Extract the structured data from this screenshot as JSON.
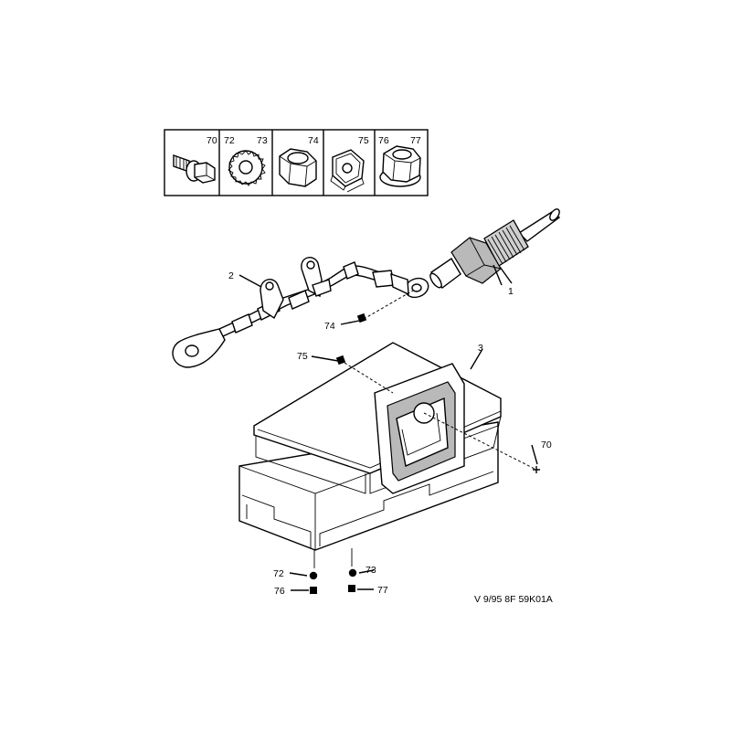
{
  "legend_box": {
    "cells": [
      {
        "labels": [
          "70"
        ],
        "icon": "bolt-with-washer-icon"
      },
      {
        "labels": [
          "72",
          "73"
        ],
        "icon": "serrated-washer-icon"
      },
      {
        "labels": [
          "74"
        ],
        "icon": "hex-nut-icon"
      },
      {
        "labels": [
          "75"
        ],
        "icon": "clip-nut-icon"
      },
      {
        "labels": [
          "76",
          "77"
        ],
        "icon": "flanged-nut-icon"
      }
    ]
  },
  "callouts": {
    "c1": "1",
    "c2": "2",
    "c3": "3",
    "c70": "70",
    "c72": "72",
    "c73": "73",
    "c74": "74",
    "c75": "75",
    "c76": "76",
    "c77": "77"
  },
  "reference_code": "V 9/95 8F 59K01A"
}
